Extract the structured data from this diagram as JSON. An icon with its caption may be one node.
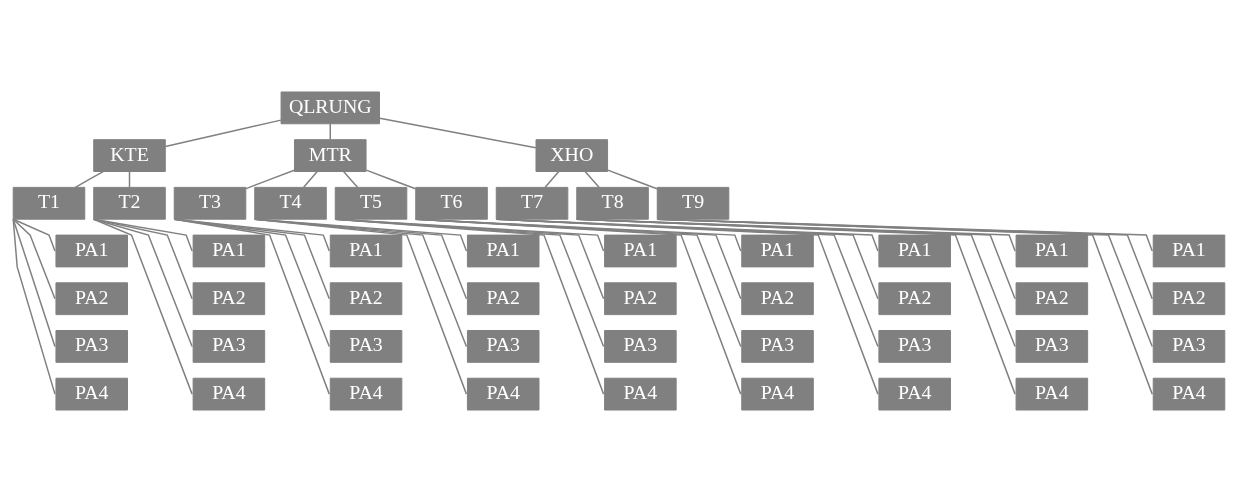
{
  "diagram": {
    "nodes": [
      {
        "text": [
          "QLRUNG"
        ]
      },
      {
        "text": [
          "KTE"
        ]
      },
      {
        "text": [
          "MTR"
        ]
      },
      {
        "text": [
          "XHO"
        ]
      },
      {
        "text": [
          "T1"
        ]
      },
      {
        "text": [
          "T2"
        ]
      },
      {
        "text": [
          "T3"
        ]
      },
      {
        "text": [
          "T4"
        ]
      },
      {
        "text": [
          "T5"
        ]
      },
      {
        "text": [
          "T6"
        ]
      },
      {
        "text": [
          "T7"
        ]
      },
      {
        "text": [
          "T8"
        ]
      },
      {
        "text": [
          "T9"
        ]
      },
      {
        "text": [
          "PA1"
        ]
      },
      {
        "text": [
          "PA2"
        ]
      },
      {
        "text": [
          "PA3"
        ]
      },
      {
        "text": [
          "PA4"
        ]
      },
      {
        "text": [
          "PA1"
        ]
      },
      {
        "text": [
          "PA2"
        ]
      },
      {
        "text": [
          "PA3"
        ]
      },
      {
        "text": [
          "PA4"
        ]
      },
      {
        "text": [
          "PA1"
        ]
      },
      {
        "text": [
          "PA2"
        ]
      },
      {
        "text": [
          "PA3"
        ]
      },
      {
        "text": [
          "PA4"
        ]
      },
      {
        "text": [
          "PA1"
        ]
      },
      {
        "text": [
          "PA2"
        ]
      },
      {
        "text": [
          "PA3"
        ]
      },
      {
        "text": [
          "PA4"
        ]
      },
      {
        "text": [
          "PA1"
        ]
      },
      {
        "text": [
          "PA2"
        ]
      },
      {
        "text": [
          "PA3"
        ]
      },
      {
        "text": [
          "PA4"
        ]
      },
      {
        "text": [
          "PA1"
        ]
      },
      {
        "text": [
          "PA2"
        ]
      },
      {
        "text": [
          "PA3"
        ]
      },
      {
        "text": [
          "PA4"
        ]
      },
      {
        "text": [
          "PA1"
        ]
      },
      {
        "text": [
          "PA2"
        ]
      },
      {
        "text": [
          "PA3"
        ]
      },
      {
        "text": [
          "PA4"
        ]
      },
      {
        "text": [
          "PA1"
        ]
      },
      {
        "text": [
          "PA2"
        ]
      },
      {
        "text": [
          "PA3"
        ]
      },
      {
        "text": [
          "PA4"
        ]
      },
      {
        "text": [
          "PA1"
        ]
      },
      {
        "text": [
          "PA2"
        ]
      },
      {
        "text": [
          "PA3"
        ]
      },
      {
        "text": [
          "PA4"
        ]
      }
    ],
    "edges": [
      {
        "from": 0,
        "to": 1,
        "arrow": "none"
      },
      {
        "from": 0,
        "to": 2,
        "arrow": "none"
      },
      {
        "from": 0,
        "to": 3,
        "arrow": "none"
      },
      {
        "from": 1,
        "to": 4,
        "arrow": "none"
      },
      {
        "from": 1,
        "to": 5,
        "arrow": "none"
      },
      {
        "from": 2,
        "to": 6,
        "arrow": "none"
      },
      {
        "from": 2,
        "to": 7,
        "arrow": "none"
      },
      {
        "from": 2,
        "to": 8,
        "arrow": "none"
      },
      {
        "from": 2,
        "to": 9,
        "arrow": "none"
      },
      {
        "from": 3,
        "to": 10,
        "arrow": "none"
      },
      {
        "from": 3,
        "to": 11,
        "arrow": "none"
      },
      {
        "from": 3,
        "to": 12,
        "arrow": "none"
      },
      {
        "from": 4,
        "to": 13,
        "arrow": "none"
      },
      {
        "from": 4,
        "to": 14,
        "arrow": "none"
      },
      {
        "from": 4,
        "to": 15,
        "arrow": "none"
      },
      {
        "from": 4,
        "to": 16,
        "arrow": "none"
      },
      {
        "from": 5,
        "to": 17,
        "arrow": "none"
      },
      {
        "from": 5,
        "to": 18,
        "arrow": "none"
      },
      {
        "from": 5,
        "to": 19,
        "arrow": "none"
      },
      {
        "from": 5,
        "to": 20,
        "arrow": "none"
      },
      {
        "from": 6,
        "to": 21,
        "arrow": "none"
      },
      {
        "from": 6,
        "to": 22,
        "arrow": "none"
      },
      {
        "from": 6,
        "to": 23,
        "arrow": "none"
      },
      {
        "from": 6,
        "to": 24,
        "arrow": "none"
      },
      {
        "from": 7,
        "to": 25,
        "arrow": "none"
      },
      {
        "from": 7,
        "to": 26,
        "arrow": "none"
      },
      {
        "from": 7,
        "to": 27,
        "arrow": "none"
      },
      {
        "from": 7,
        "to": 28,
        "arrow": "none"
      },
      {
        "from": 8,
        "to": 29,
        "arrow": "none"
      },
      {
        "from": 8,
        "to": 30,
        "arrow": "none"
      },
      {
        "from": 8,
        "to": 31,
        "arrow": "none"
      },
      {
        "from": 8,
        "to": 32,
        "arrow": "none"
      },
      {
        "from": 9,
        "to": 33,
        "arrow": "none"
      },
      {
        "from": 9,
        "to": 34,
        "arrow": "none"
      },
      {
        "from": 9,
        "to": 35,
        "arrow": "none"
      },
      {
        "from": 9,
        "to": 36,
        "arrow": "none"
      },
      {
        "from": 10,
        "to": 37,
        "arrow": "none"
      },
      {
        "from": 10,
        "to": 38,
        "arrow": "none"
      },
      {
        "from": 10,
        "to": 39,
        "arrow": "none"
      },
      {
        "from": 10,
        "to": 40,
        "arrow": "none"
      },
      {
        "from": 11,
        "to": 41,
        "arrow": "none"
      },
      {
        "from": 11,
        "to": 42,
        "arrow": "none"
      },
      {
        "from": 11,
        "to": 43,
        "arrow": "none"
      },
      {
        "from": 11,
        "to": 44,
        "arrow": "none"
      },
      {
        "from": 12,
        "to": 45,
        "arrow": "none"
      },
      {
        "from": 12,
        "to": 46,
        "arrow": "none"
      },
      {
        "from": 12,
        "to": 47,
        "arrow": "none"
      },
      {
        "from": 12,
        "to": 48,
        "arrow": "none"
      }
    ]
  }
}
